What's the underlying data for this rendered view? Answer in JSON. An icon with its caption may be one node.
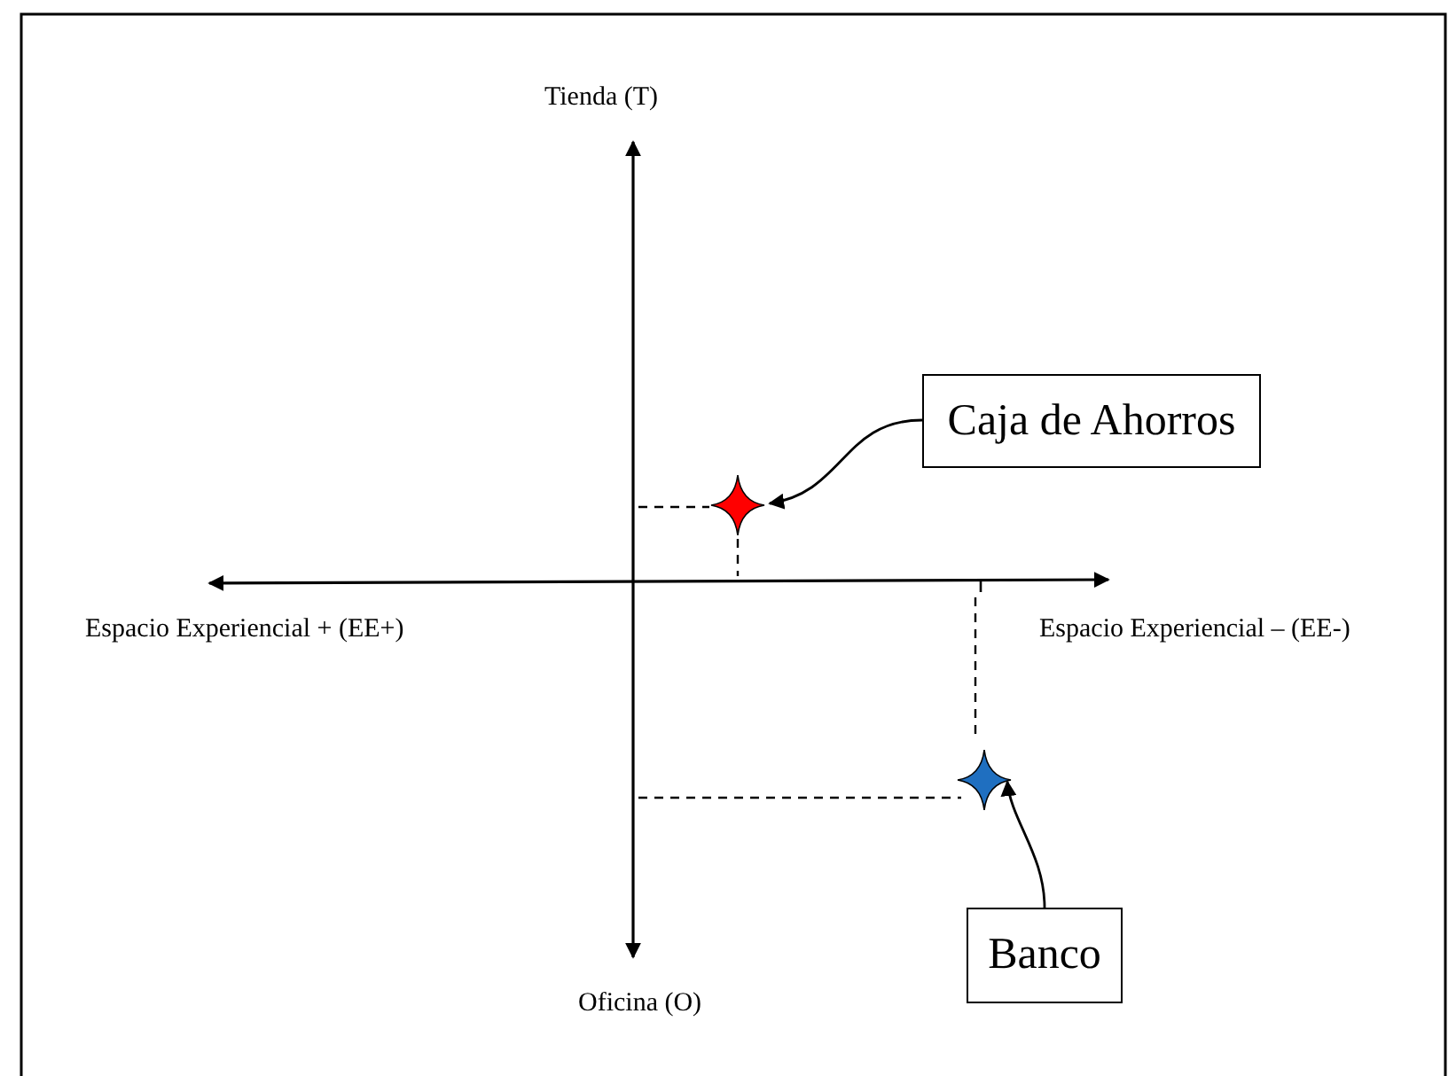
{
  "diagram": {
    "nodes": [
      {
        "text": [
          "Caja de Ahorros"
        ]
      },
      {
        "text": [],
        "shape": "star"
      },
      {
        "text": [],
        "shape": "star"
      },
      {
        "text": [
          "Banco"
        ]
      }
    ],
    "edges": [
      {
        "from": 0,
        "to": 1,
        "arrow": "to"
      },
      {
        "from": 3,
        "to": 2,
        "arrow": "to"
      }
    ],
    "labels": [
      "Tienda (T)",
      "Espacio Experiencial + (EE+)",
      "Espacio Experiencial – (EE-)",
      "Oficina (O)"
    ]
  }
}
